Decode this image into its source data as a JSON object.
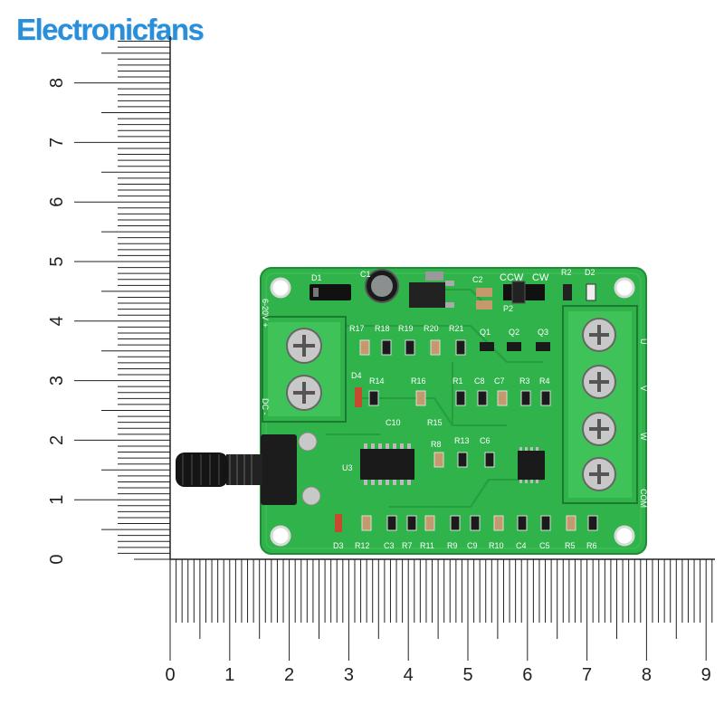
{
  "brand": {
    "name": "Electronicfans",
    "color": "#2a8fd8"
  },
  "ruler": {
    "vertical_numbers": [
      "0",
      "1",
      "2",
      "3",
      "4",
      "5",
      "6",
      "7",
      "8"
    ],
    "horizontal_numbers": [
      "0",
      "1",
      "2",
      "3",
      "4",
      "5",
      "6",
      "7",
      "8",
      "9"
    ]
  },
  "board": {
    "color": "#2fb34a",
    "silkscreen_labels": [
      "D1",
      "C1",
      "C2",
      "CCW",
      "CW",
      "R2",
      "D2",
      "P2",
      "R17",
      "R18",
      "R19",
      "R20",
      "R21",
      "Q1",
      "Q2",
      "Q3",
      "D4",
      "R14",
      "R16",
      "R1",
      "C8",
      "C7",
      "R3",
      "R4",
      "C10",
      "R15",
      "R8",
      "R13",
      "C6",
      "U3",
      "D3",
      "R12",
      "C3",
      "R7",
      "R11",
      "R9",
      "C9",
      "R10",
      "C4",
      "C5",
      "R5",
      "R6",
      "U",
      "V",
      "W",
      "COM",
      "6-20V +",
      "DC  -"
    ]
  }
}
